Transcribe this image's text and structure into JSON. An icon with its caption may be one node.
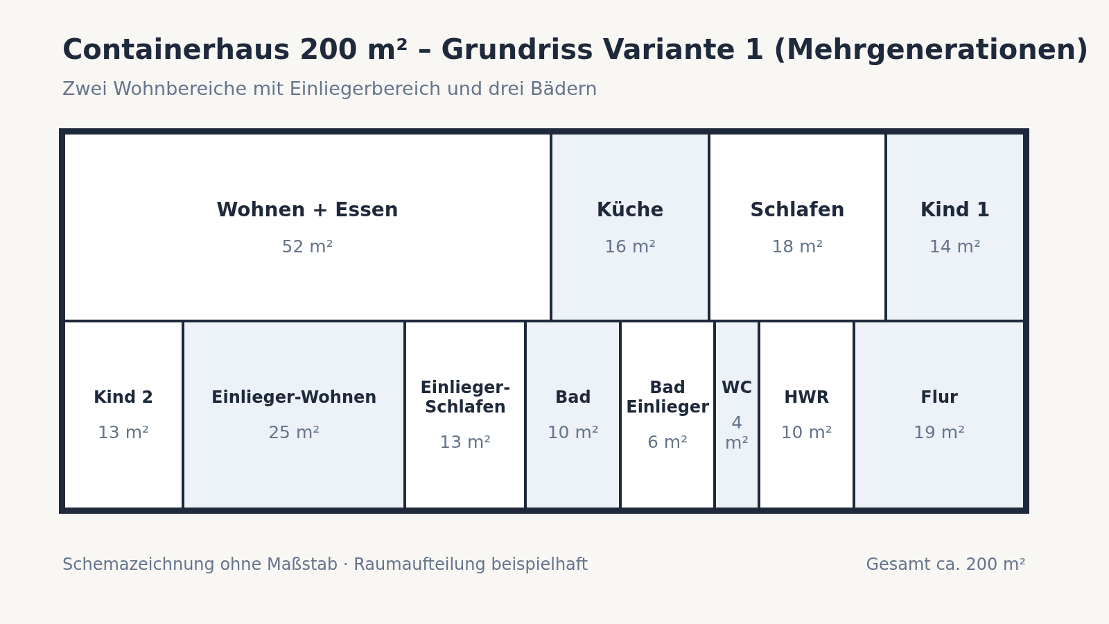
{
  "diagram": {
    "title": "Containerhaus 200 m² – Grundriss Variante 1 (Mehrgenerationen)",
    "nodes": [
      {
        "text": [
          "Wohnen + Essen",
          "52 m²"
        ]
      },
      {
        "text": [
          "Küche",
          "16 m²"
        ]
      },
      {
        "text": [
          "Schlafen",
          "18 m²"
        ]
      },
      {
        "text": [
          "Kind 1",
          "14 m²"
        ]
      },
      {
        "text": [
          "Kind 2",
          "13 m²"
        ]
      },
      {
        "text": [
          "Einlieger-Wohnen",
          "25 m²"
        ]
      },
      {
        "text": [
          "Einlieger-Schlafen",
          "13 m²"
        ]
      },
      {
        "text": [
          "Bad",
          "10 m²"
        ]
      },
      {
        "text": [
          "Bad Einlieger",
          "6 m²"
        ]
      },
      {
        "text": [
          "WC",
          "4 m²"
        ]
      },
      {
        "text": [
          "HWR",
          "10 m²"
        ]
      },
      {
        "text": [
          "Flur",
          "19 m²"
        ]
      }
    ],
    "edges": [],
    "labels": [
      "Zwei Wohnbereiche mit Einliegerbereich und drei Bädern",
      "Schemazeichnung ohne Maßstab · Raumaufteilung beispielhaft",
      "Gesamt ca. 200 m²"
    ]
  }
}
